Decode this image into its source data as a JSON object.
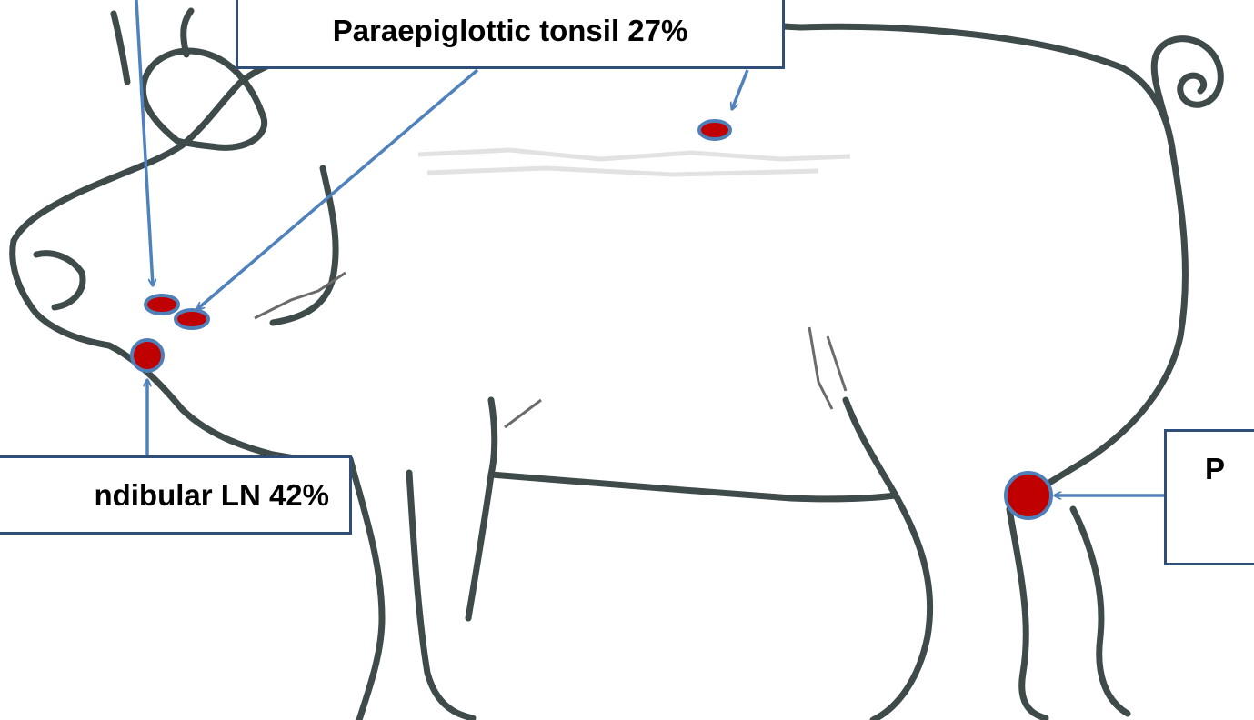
{
  "diagram": {
    "subject_icon": "pig-outline",
    "labels": {
      "paraepiglottic_tonsil": "Paraepiglottic tonsil 27%",
      "mandibular_ln": "ndibular LN 42%",
      "right_partial": "P"
    },
    "colors": {
      "outline": "#3f4a4a",
      "marker_fill": "#c00000",
      "marker_border": "#4f7fb8",
      "arrow": "#4f81bd",
      "box_border": "#2f4f7a"
    }
  }
}
